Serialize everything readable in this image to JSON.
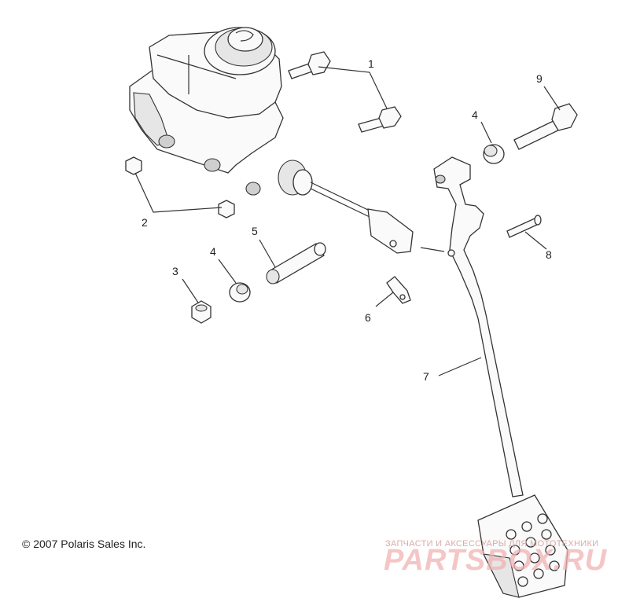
{
  "diagram": {
    "callouts": [
      "1",
      "2",
      "3",
      "4",
      "4",
      "5",
      "6",
      "7",
      "8",
      "9"
    ],
    "copyright": "© 2007 Polaris Sales Inc.",
    "watermark_line": "ЗАПЧАСТИ И АКСЕССУАРЫ ДЛЯ МОТОТЕХНИКИ",
    "watermark_brand": "PARTSBOX.RU"
  }
}
